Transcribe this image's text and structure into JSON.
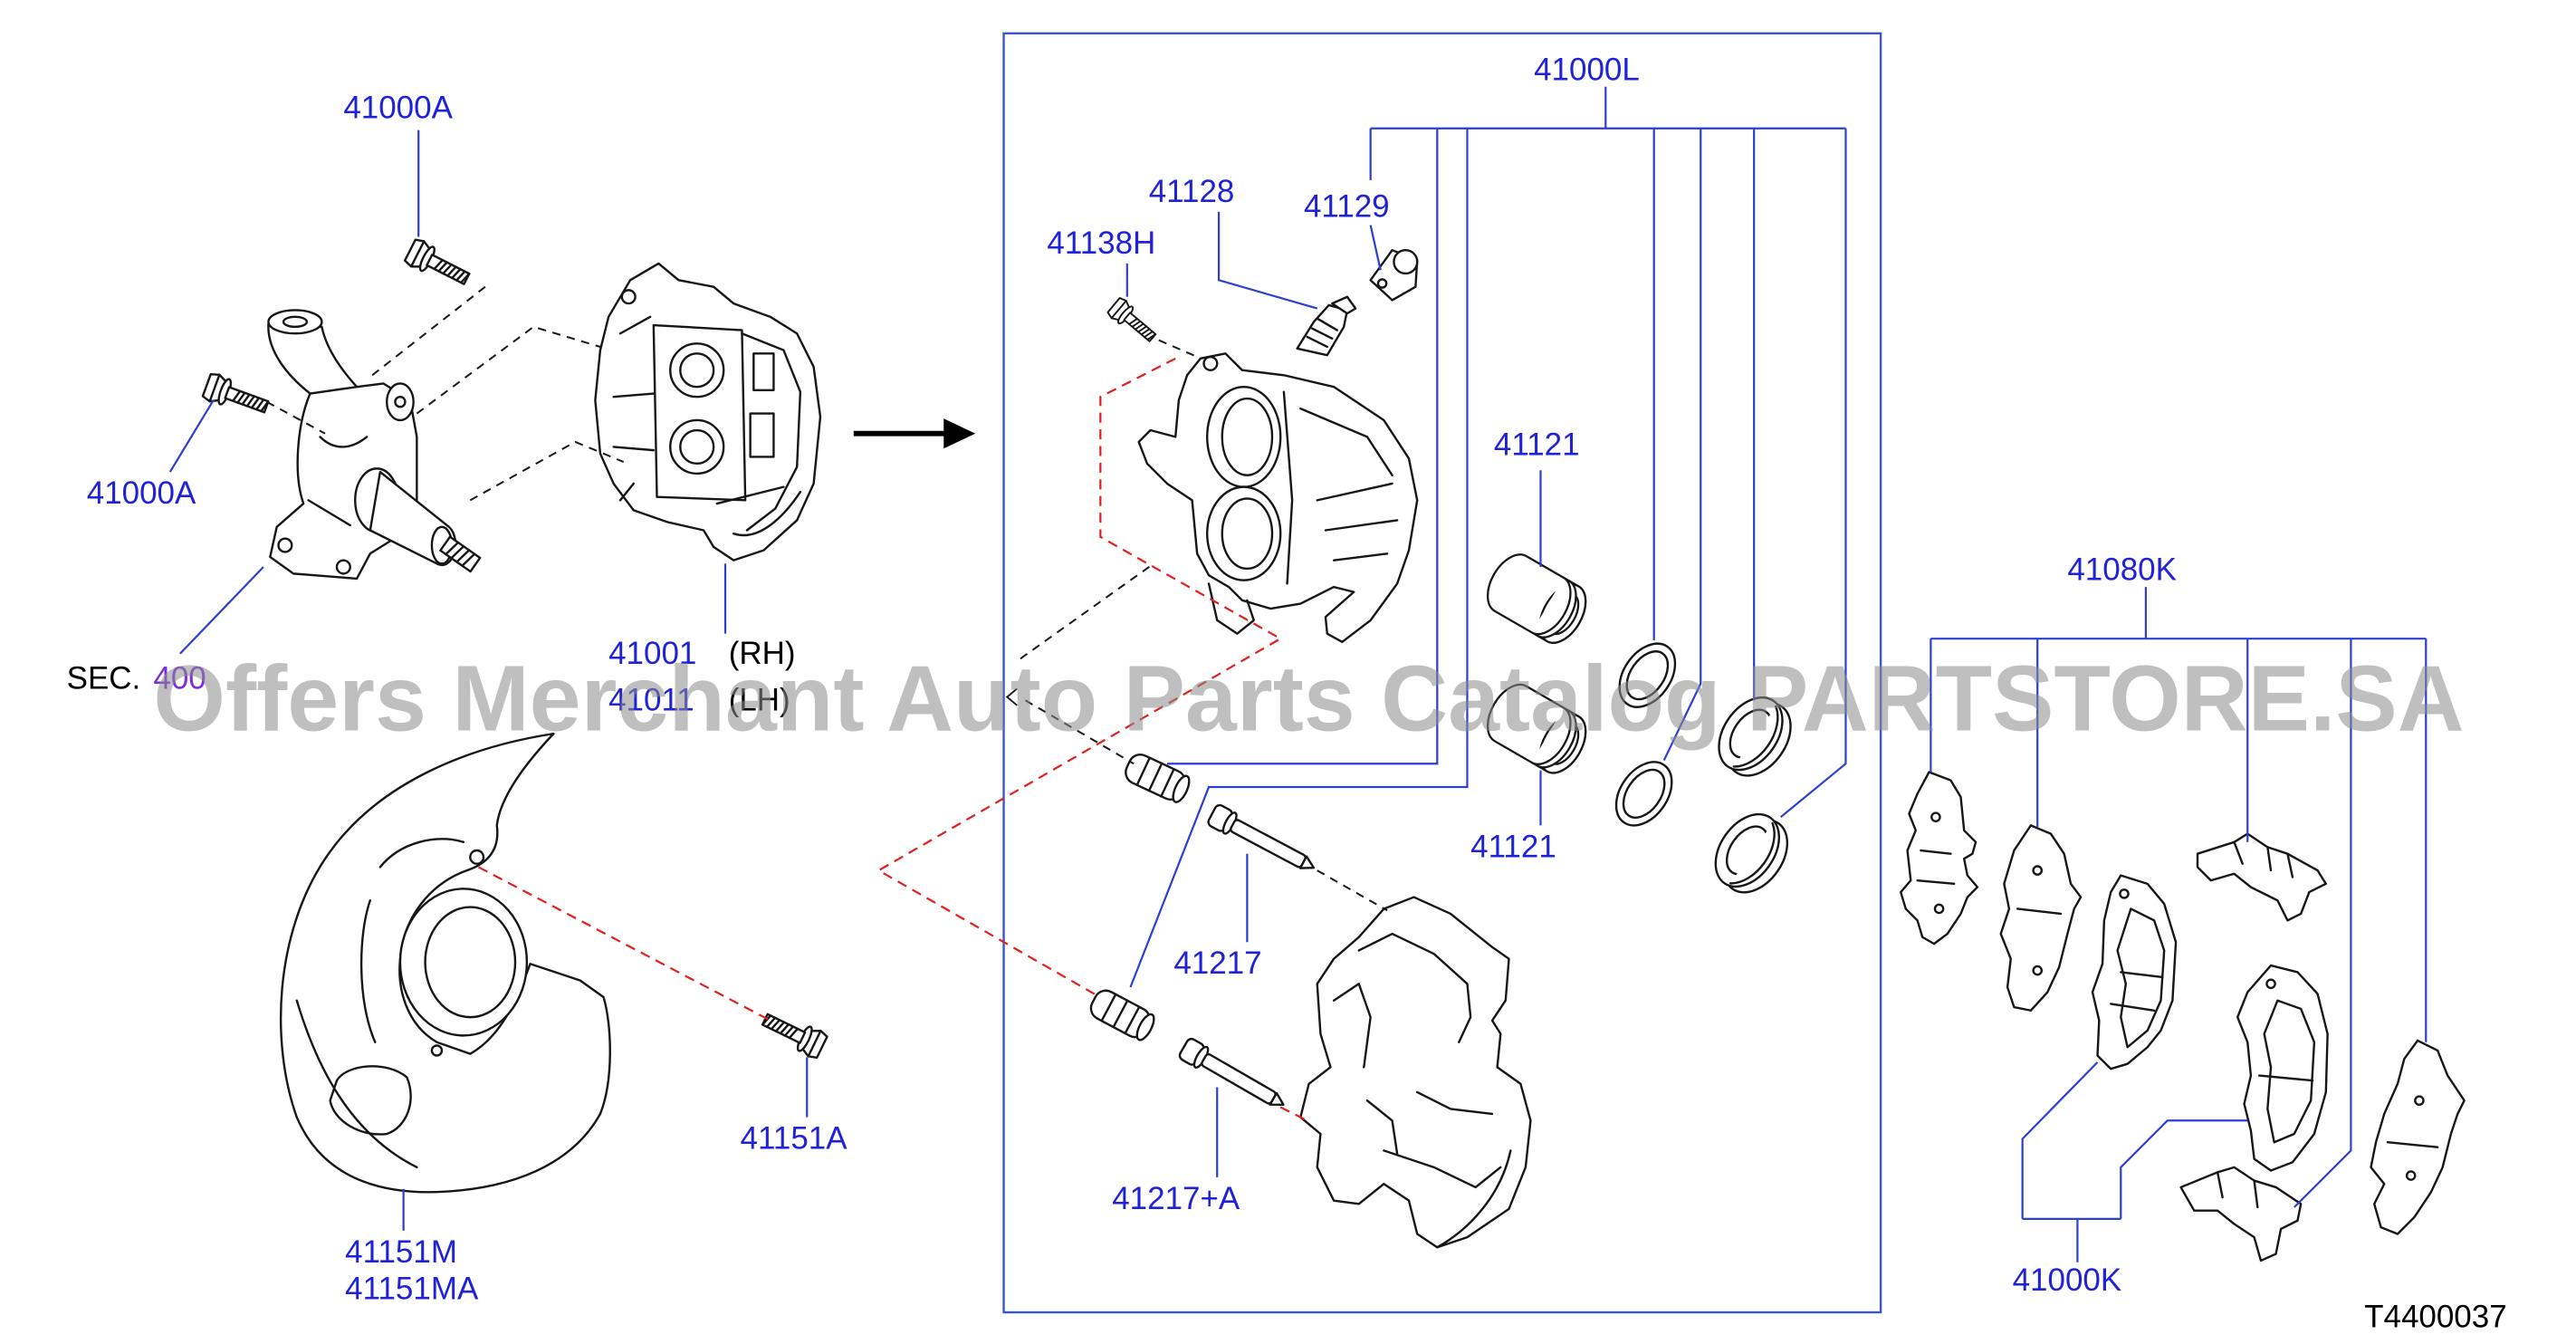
{
  "colors": {
    "callout": "#1f22d8",
    "leader": "#2b3fd2",
    "box": "#3a56c8",
    "section": "#000000",
    "section_ref": "#7b2ee0",
    "red_dash": "#e0201e",
    "watermark": "#8c8c8c"
  },
  "watermark": "Offers Merchant Auto Parts Catalog PARTSTORE.SA",
  "diagram_code": "T4400037",
  "section_ref": {
    "prefix": "SEC.",
    "number": "400"
  },
  "callouts": {
    "knuckle_bolt_top": "41000A",
    "knuckle_bolt_left": "41000A",
    "caliper_assy_rh": "41001",
    "caliper_assy_rh_side": "(RH)",
    "caliper_assy_lh": "41011",
    "caliper_assy_lh_side": "(LH)",
    "seal_kit": "41000L",
    "bleeder": "41128",
    "bleeder_cap": "41129",
    "caliper_bolt": "41138H",
    "piston_upper": "41121",
    "piston_lower": "41121",
    "slide_pin": "41217",
    "slide_pin_a": "41217+A",
    "shield_bolt": "41151A",
    "shield": "41151M",
    "shield_alt": "41151MA",
    "shim_kit": "41080K",
    "pad_kit": "41000K"
  }
}
